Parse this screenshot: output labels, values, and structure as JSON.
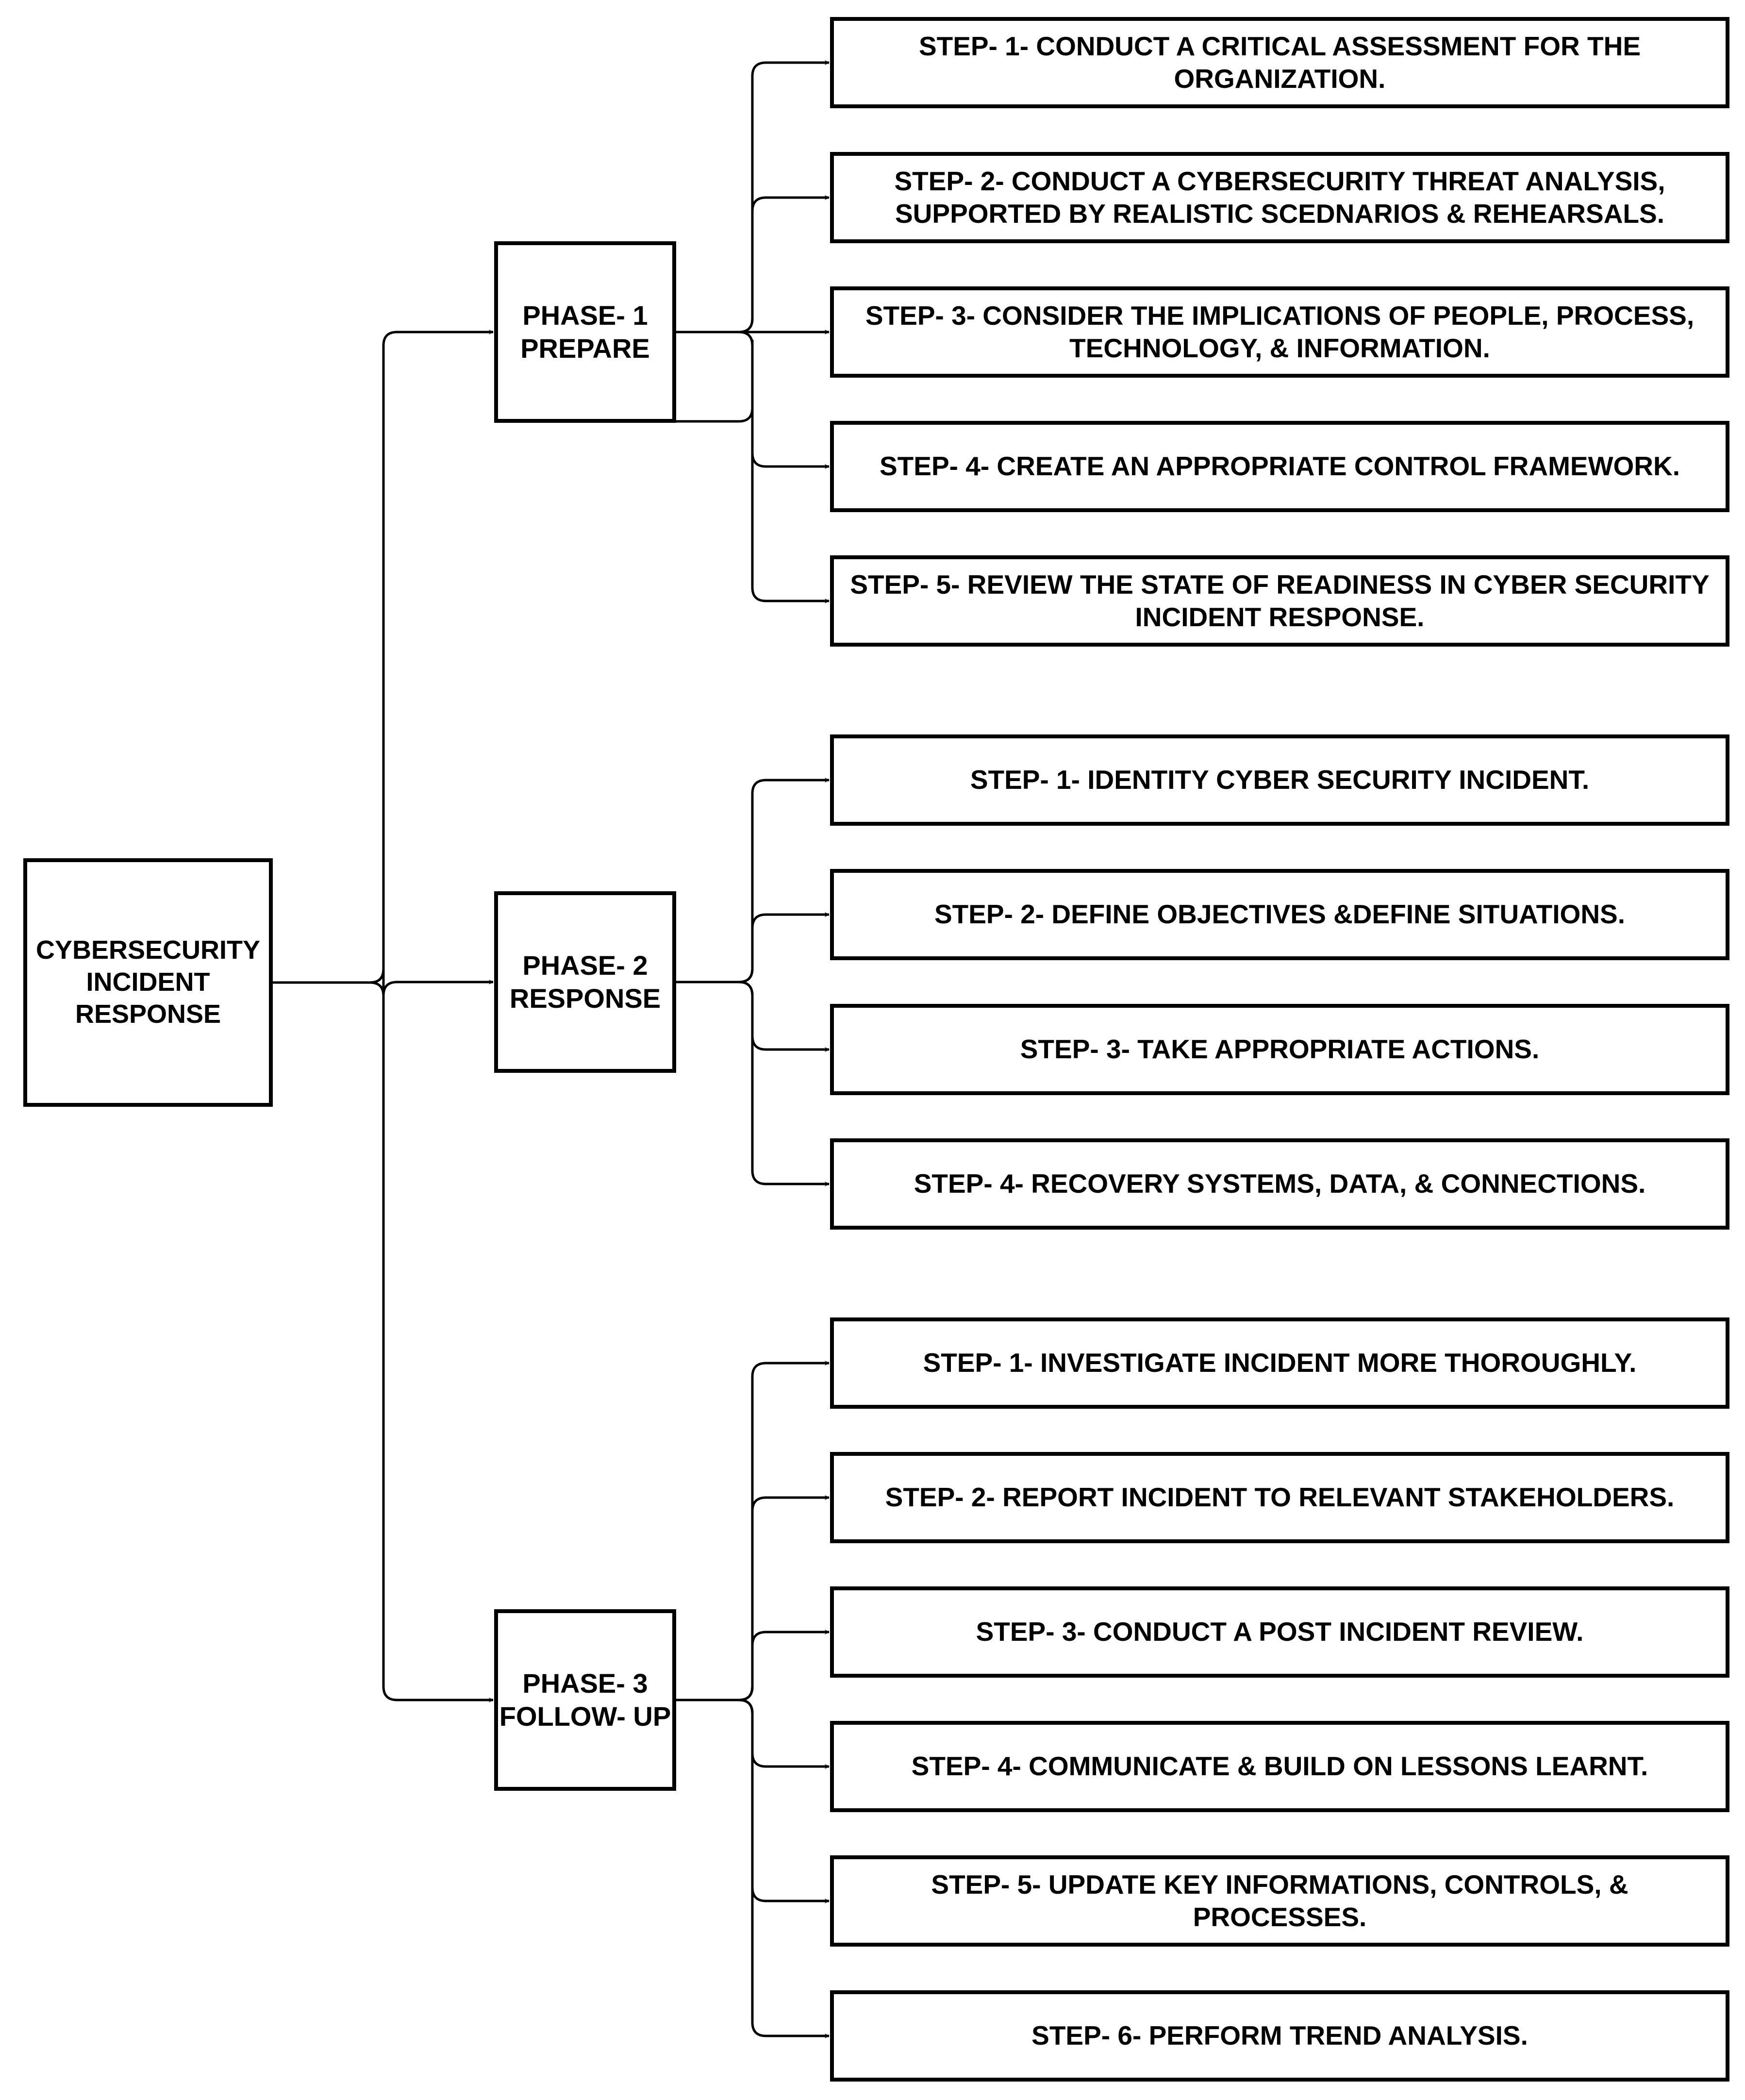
{
  "root": {
    "label": "CYBERSECURITY\nINCIDENT\nRESPONSE"
  },
  "phases": [
    {
      "label": "PHASE- 1\nPREPARE",
      "steps": [
        "STEP- 1- CONDUCT A CRITICAL ASSESSMENT FOR THE\nORGANIZATION.",
        "STEP- 2- CONDUCT A CYBERSECURITY THREAT ANALYSIS,\nSUPPORTED BY REALISTIC SCEDNARIOS & REHEARSALS.",
        "STEP- 3- CONSIDER THE IMPLICATIONS OF PEOPLE, PROCESS,\nTECHNOLOGY, & INFORMATION.",
        "STEP- 4- CREATE AN APPROPRIATE CONTROL FRAMEWORK.",
        "STEP- 5- REVIEW THE STATE OF READINESS IN CYBER SECURITY\nINCIDENT RESPONSE."
      ]
    },
    {
      "label": "PHASE- 2\nRESPONSE",
      "steps": [
        "STEP- 1- IDENTITY CYBER SECURITY INCIDENT.",
        "STEP- 2- DEFINE OBJECTIVES &DEFINE SITUATIONS.",
        "STEP- 3- TAKE APPROPRIATE ACTIONS.",
        "STEP- 4- RECOVERY SYSTEMS, DATA, & CONNECTIONS."
      ]
    },
    {
      "label": "PHASE- 3\nFOLLOW- UP",
      "steps": [
        "STEP- 1- INVESTIGATE INCIDENT MORE THOROUGHLY.",
        "STEP- 2- REPORT INCIDENT TO RELEVANT STAKEHOLDERS.",
        "STEP- 3- CONDUCT A POST INCIDENT REVIEW.",
        "STEP- 4- COMMUNICATE & BUILD ON LESSONS LEARNT.",
        "STEP- 5- UPDATE KEY INFORMATIONS, CONTROLS, & PROCESSES.",
        "STEP- 6- PERFORM TREND ANALYSIS."
      ]
    }
  ],
  "colors": {
    "stroke": "#000000",
    "background": "#ffffff"
  }
}
